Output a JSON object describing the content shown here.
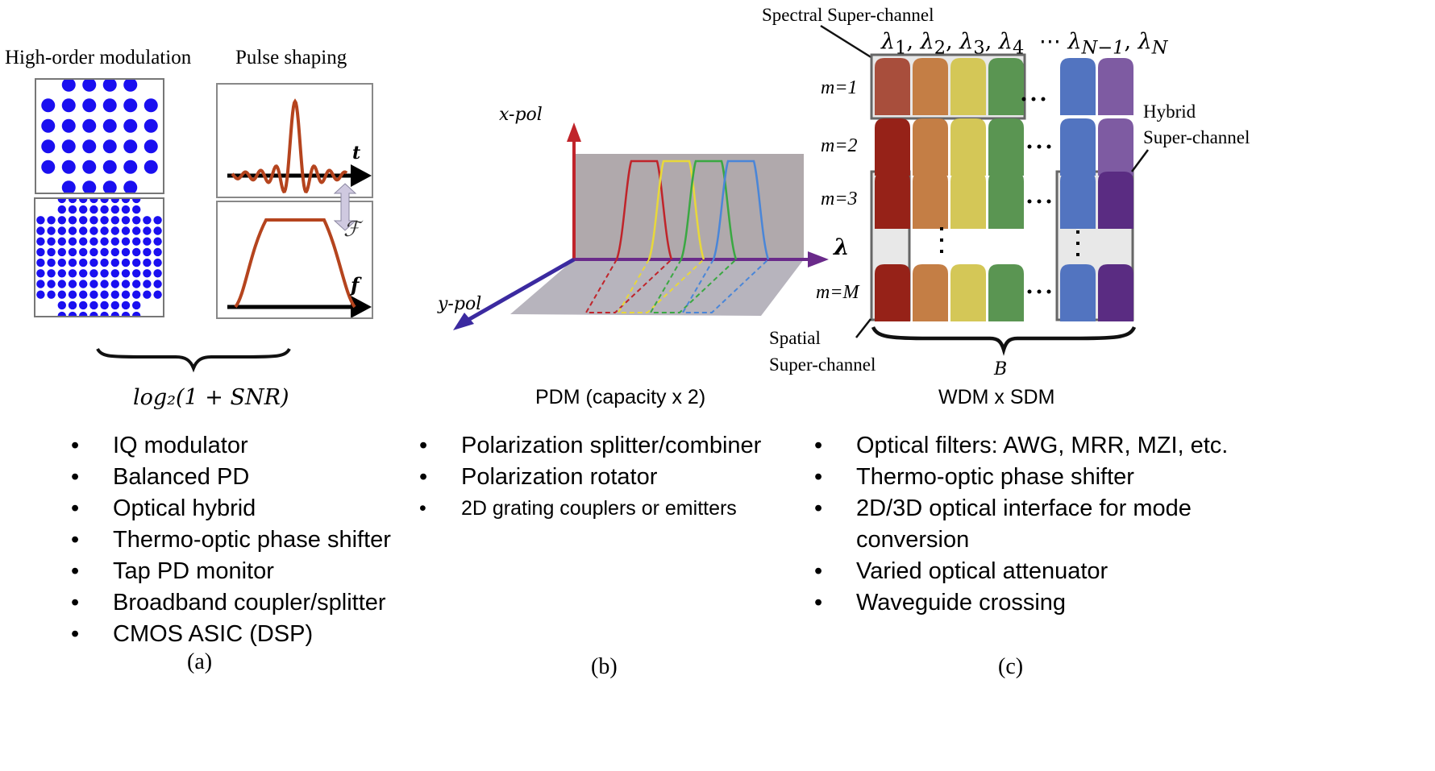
{
  "panel_a": {
    "title_modulation": "High-order modulation",
    "title_pulse": "Pulse shaping",
    "constellation_top": {
      "name": "32-QAM",
      "rows": [
        4,
        6,
        6,
        6,
        6,
        4
      ],
      "color": "#1a0ff0"
    },
    "constellation_bottom": {
      "name": "128-QAM",
      "rows": [
        8,
        8,
        12,
        12,
        12,
        12,
        12,
        12,
        12,
        12,
        8,
        8
      ],
      "color": "#1a0ff0"
    },
    "time_axis_label": "t",
    "freq_axis_label": "f",
    "fourier_symbol": "ℱ",
    "pulse_color": "#b5441e",
    "capacity_formula": "log₂(1 + SNR)",
    "bullets": [
      "IQ modulator",
      "Balanced PD",
      "Optical hybrid",
      "Thermo-optic phase shifter",
      "Tap PD monitor",
      "Broadband coupler/splitter",
      "CMOS ASIC (DSP)"
    ],
    "label": "(a)"
  },
  "panel_b": {
    "x_axis_label": "x-pol",
    "y_axis_label": "y-pol",
    "lambda_label": "λ",
    "channel_colors": [
      "#c0242a",
      "#e8d83a",
      "#3aa842",
      "#4a86d8"
    ],
    "caption": "PDM (capacity x 2)",
    "bullets": [
      "Polarization splitter/combiner",
      "Polarization rotator",
      "2D grating couplers or emitters"
    ],
    "label": "(b)"
  },
  "panel_c": {
    "spectral_label": "Spectral Super-channel",
    "wavelength_header": "λ₁, λ₂, λ₃, λ₄  ⋯ λₙ₋₁, λₙ",
    "wavelength_header_parts": {
      "first": "λ",
      "subs": [
        "1",
        "2",
        "3",
        "4"
      ],
      "last": [
        "N−1",
        "N"
      ]
    },
    "rows": [
      {
        "label": "m=1",
        "colors": [
          "#a84e3c",
          "#c47e45",
          "#d4c757",
          "#5a9552",
          "#5274c0",
          "#7e5ba2"
        ]
      },
      {
        "label": "m=2",
        "colors": [
          "#962218",
          "#c47e45",
          "#d4c757",
          "#5a9552",
          "#5274c0",
          "#7e5ba2"
        ]
      },
      {
        "label": "m=3",
        "colors": [
          "#962218",
          "#c47e45",
          "#d4c757",
          "#5a9552",
          "#5274c0",
          "#5a2c82"
        ]
      },
      {
        "label": "m=M",
        "colors": [
          "#962218",
          "#c47e45",
          "#d4c757",
          "#5a9552",
          "#5274c0",
          "#5a2c82"
        ]
      }
    ],
    "ellipsis": "⋯",
    "vertical_ellipsis": "⋮",
    "hybrid_label_line1": "Hybrid",
    "hybrid_label_line2": "Super-channel",
    "spatial_label_line1": "Spatial",
    "spatial_label_line2": "Super-channel",
    "bandwidth_label": "B",
    "caption": "WDM x SDM",
    "bullets": [
      "Optical filters: AWG, MRR, MZI, etc.",
      "Thermo-optic phase shifter",
      "2D/3D optical interface for mode conversion",
      "Varied optical attenuator",
      "Waveguide crossing"
    ],
    "label": "(c)"
  }
}
